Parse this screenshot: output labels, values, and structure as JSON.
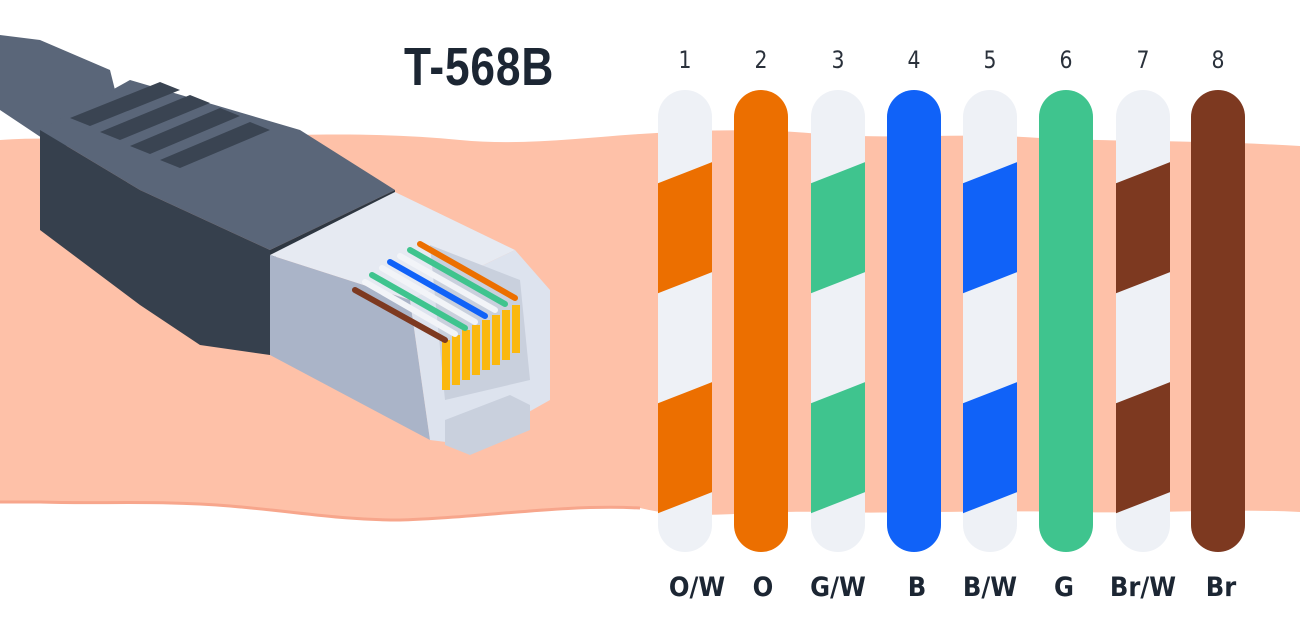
{
  "title": "T-568B",
  "colors": {
    "background": "#ffffff",
    "band": "#fec1a8",
    "band_edge": "#f9ad95",
    "white_stripe": "#eef1f6",
    "orange": "#ec6f00",
    "green": "#3fc48e",
    "blue": "#1062f8",
    "brown": "#7d3920",
    "text": "#1c2633",
    "connector_dark": "#36404d",
    "connector_mid": "#5a6679",
    "plug_light": "#dde3ee",
    "plug_shadow": "#aab4c8",
    "contact_gold": "#fbb80f"
  },
  "pins": [
    {
      "number": "1",
      "label": "O/W",
      "base": "white",
      "stripe": "orange"
    },
    {
      "number": "2",
      "label": "O",
      "base": "orange",
      "stripe": null
    },
    {
      "number": "3",
      "label": "G/W",
      "base": "white",
      "stripe": "green"
    },
    {
      "number": "4",
      "label": "B",
      "base": "blue",
      "stripe": null
    },
    {
      "number": "5",
      "label": "B/W",
      "base": "white",
      "stripe": "blue"
    },
    {
      "number": "6",
      "label": "G",
      "base": "green",
      "stripe": null
    },
    {
      "number": "7",
      "label": "Br/W",
      "base": "white",
      "stripe": "brown"
    },
    {
      "number": "8",
      "label": "Br",
      "base": "brown",
      "stripe": null
    }
  ]
}
